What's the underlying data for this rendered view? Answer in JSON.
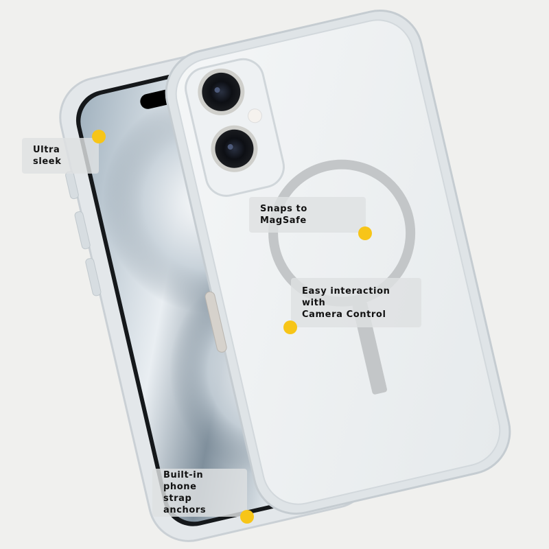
{
  "product": {
    "type": "clear phone case with MagSafe ring",
    "background_color": "#f0f0ee",
    "accent_color": "#f7c518",
    "callout_bg": "#dedfe1"
  },
  "callouts": [
    {
      "id": "ultra-sleek",
      "label": "Ultra sleek",
      "dot": [
        144,
        199
      ]
    },
    {
      "id": "magsafe",
      "label": "Snaps to MagSafe",
      "dot": [
        532,
        340
      ]
    },
    {
      "id": "camera-control",
      "label": "Easy interaction with\nCamera Control",
      "dot": [
        423,
        477
      ]
    },
    {
      "id": "strap-anchors",
      "label": "Built-in phone\nstrap anchors",
      "dot": [
        360,
        753
      ]
    }
  ],
  "icons": {
    "hotspot": "yellow-dot",
    "camera": "dual-camera-lens"
  }
}
